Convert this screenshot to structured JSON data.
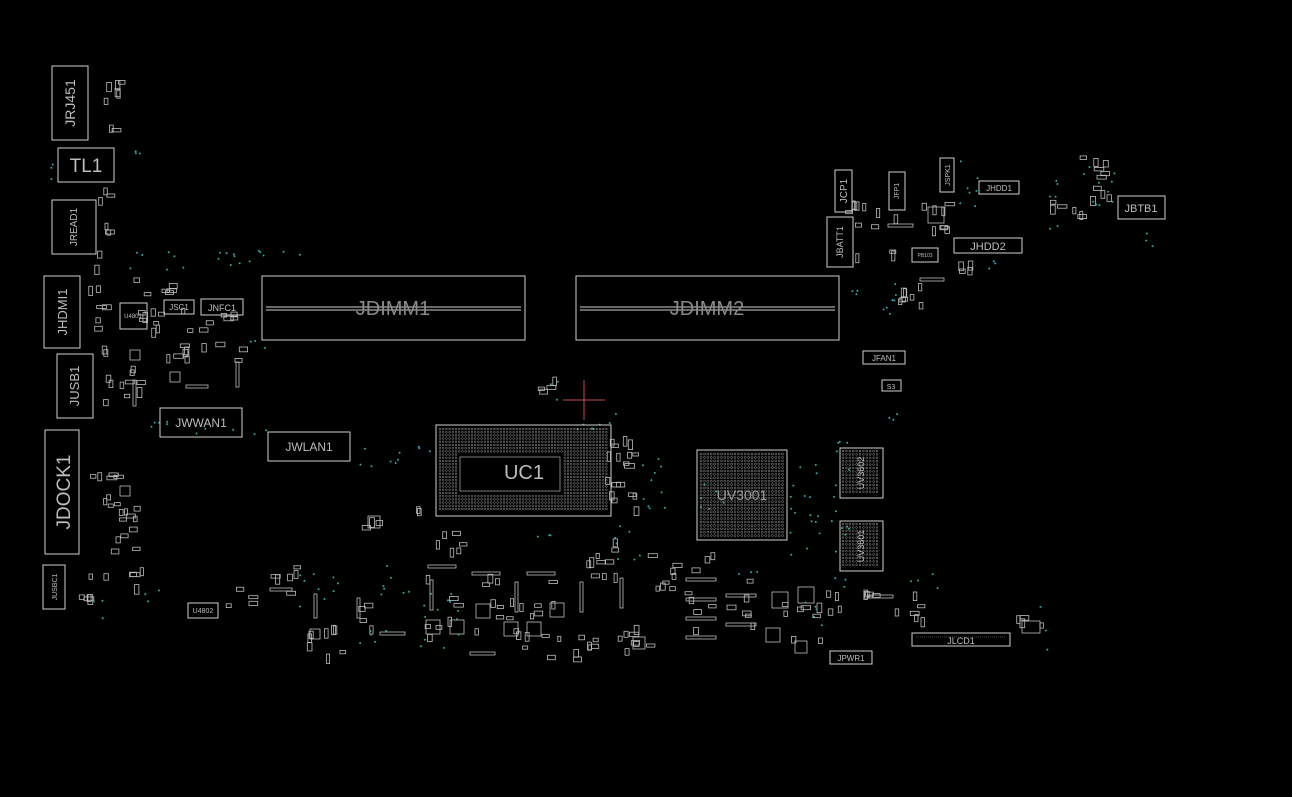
{
  "colors": {
    "background": "#000000",
    "outline": "#cfcfcf",
    "label": "#bdbdbd",
    "via": "#2fa8a8",
    "cursor": "#c94a4a"
  },
  "components": [
    {
      "id": "jrj451",
      "label": "JRJ451"
    },
    {
      "id": "tl1",
      "label": "TL1"
    },
    {
      "id": "jread1",
      "label": "JREAD1"
    },
    {
      "id": "jhdmi1",
      "label": "JHDMI1"
    },
    {
      "id": "u4801",
      "label": "U4801"
    },
    {
      "id": "jsc1",
      "label": "JSC1"
    },
    {
      "id": "jnfc1",
      "label": "JNFC1"
    },
    {
      "id": "jusb1",
      "label": "JUSB1"
    },
    {
      "id": "jwwan1",
      "label": "JWWAN1"
    },
    {
      "id": "jwlan1",
      "label": "JWLAN1"
    },
    {
      "id": "jdock1",
      "label": "JDOCK1"
    },
    {
      "id": "jusbc1",
      "label": "JUSBC1"
    },
    {
      "id": "u4802",
      "label": "U4802"
    },
    {
      "id": "jdimm1",
      "label": "JDIMM1"
    },
    {
      "id": "jdimm2",
      "label": "JDIMM2"
    },
    {
      "id": "uc1",
      "label": "UC1"
    },
    {
      "id": "uv3001",
      "label": "UV3001"
    },
    {
      "id": "uv3602",
      "label": "UV3602"
    },
    {
      "id": "uv3601",
      "label": "UV3601"
    },
    {
      "id": "jcp1",
      "label": "JCP1"
    },
    {
      "id": "jfp1",
      "label": "JFP1"
    },
    {
      "id": "jspk1",
      "label": "JSPK1"
    },
    {
      "id": "jhdd1",
      "label": "JHDD1"
    },
    {
      "id": "jbatt1",
      "label": "JBATT1"
    },
    {
      "id": "jhdd2",
      "label": "JHDD2"
    },
    {
      "id": "pb103",
      "label": "PB103"
    },
    {
      "id": "jbtb1",
      "label": "JBTB1"
    },
    {
      "id": "jfan1",
      "label": "JFAN1"
    },
    {
      "id": "s3",
      "label": "S3"
    },
    {
      "id": "jlcd1",
      "label": "JLCD1"
    },
    {
      "id": "jpwr1",
      "label": "JPWR1"
    }
  ]
}
